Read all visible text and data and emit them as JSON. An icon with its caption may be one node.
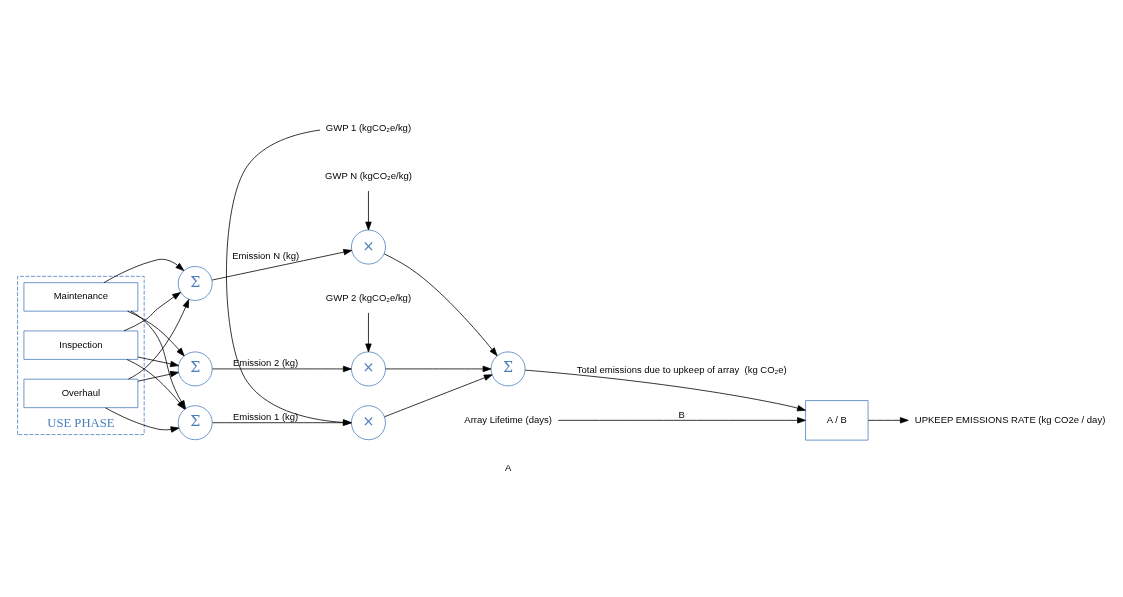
{
  "diagram": {
    "nodes": [
      {
        "text": [
          "USE PHASE"
        ]
      },
      {
        "text": [
          "Inspection"
        ],
        "in": 0
      },
      {
        "text": [
          "Maintenance"
        ],
        "in": 0
      },
      {
        "text": [
          "Overhaul"
        ],
        "in": 0
      },
      {
        "text": [
          "Σ"
        ]
      },
      {
        "text": [
          "Σ"
        ]
      },
      {
        "text": [
          "Σ"
        ]
      },
      {
        "text": [
          "GWP 1 (kgCO₂e/kg)"
        ]
      },
      {
        "text": [
          "×"
        ]
      },
      {
        "text": [
          "GWP 2 (kgCO₂e/kg)"
        ]
      },
      {
        "text": [
          "×"
        ]
      },
      {
        "text": [
          "GWP N (kgCO₂e/kg)"
        ]
      },
      {
        "text": [
          "×"
        ]
      },
      {
        "text": [
          "Σ"
        ]
      },
      {
        "text": [
          "Array Lifetime (days)"
        ]
      },
      {
        "text": [
          "A / B"
        ]
      },
      {
        "text": [
          "UPKEEP EMISSIONS RATE (kg CO2e / day)"
        ]
      }
    ],
    "edges": [
      {
        "from": 1,
        "to": 4,
        "arrow": "to"
      },
      {
        "from": 1,
        "to": 5,
        "arrow": "to"
      },
      {
        "from": 1,
        "to": 6,
        "arrow": "to"
      },
      {
        "from": 2,
        "to": 4,
        "arrow": "to"
      },
      {
        "from": 2,
        "to": 5,
        "arrow": "to"
      },
      {
        "from": 2,
        "to": 6,
        "arrow": "to"
      },
      {
        "from": 3,
        "to": 4,
        "arrow": "to"
      },
      {
        "from": 3,
        "to": 5,
        "arrow": "to"
      },
      {
        "from": 3,
        "to": 6,
        "arrow": "to"
      },
      {
        "from": 4,
        "to": 8,
        "arrow": "to",
        "label": "Emission 1 (kg)"
      },
      {
        "from": 5,
        "to": 10,
        "arrow": "to",
        "label": "Emission 2 (kg)"
      },
      {
        "from": 6,
        "to": 12,
        "arrow": "to",
        "label": "Emission N (kg)"
      },
      {
        "from": 7,
        "to": 8,
        "arrow": "to"
      },
      {
        "from": 9,
        "to": 10,
        "arrow": "to"
      },
      {
        "from": 11,
        "to": 12,
        "arrow": "to"
      },
      {
        "from": 8,
        "to": 13,
        "arrow": "to"
      },
      {
        "from": 10,
        "to": 13,
        "arrow": "to"
      },
      {
        "from": 12,
        "to": 13,
        "arrow": "to"
      },
      {
        "from": 13,
        "to": 15,
        "arrow": "to",
        "label": "Total emissions due to upkeep of array  (kg CO₂e)"
      },
      {
        "from": 14,
        "to": 15,
        "arrow": "to",
        "label": "B"
      },
      {
        "from": 15,
        "to": 16,
        "arrow": "to"
      }
    ],
    "labels": [
      "A"
    ]
  }
}
